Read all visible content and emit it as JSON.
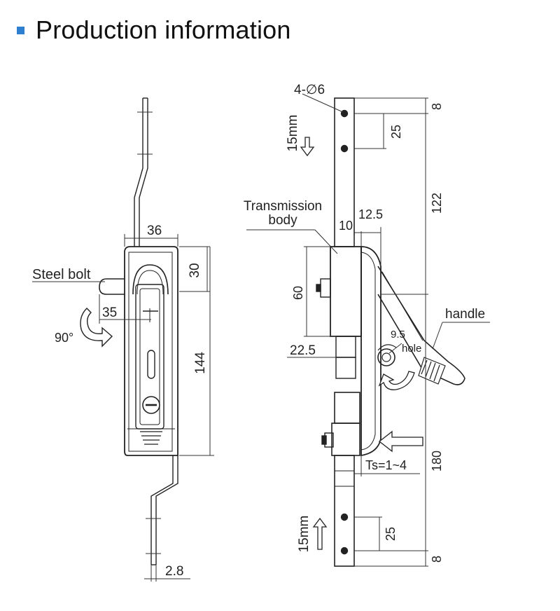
{
  "header": {
    "title": "Production information",
    "accent_color": "#2f7fd0"
  },
  "left_view": {
    "dim_width": "36",
    "dim_top": "30",
    "dim_bolt": "35",
    "dim_height": "144",
    "dim_thickness": "2.8",
    "label_steel_bolt": "Steel bolt",
    "label_rotation": "90°"
  },
  "right_view": {
    "label_holes": "4-∅6",
    "label_travel_top": "15mm",
    "label_travel_bottom": "15mm",
    "dim_top_offset": "8",
    "dim_top_pitch": "25",
    "dim_upper_length": "122",
    "label_transmission_line1": "Transmission",
    "label_transmission_line2": "body",
    "dim_10": "10",
    "dim_12_5": "12.5",
    "dim_60": "60",
    "dim_22_5": "22.5",
    "label_hole_size": "9.5",
    "label_hole": "hole",
    "label_handle": "handle",
    "label_ts": "Ts=1~4",
    "dim_lower_length": "180",
    "dim_bottom_pitch": "25",
    "dim_bottom_offset": "8"
  }
}
